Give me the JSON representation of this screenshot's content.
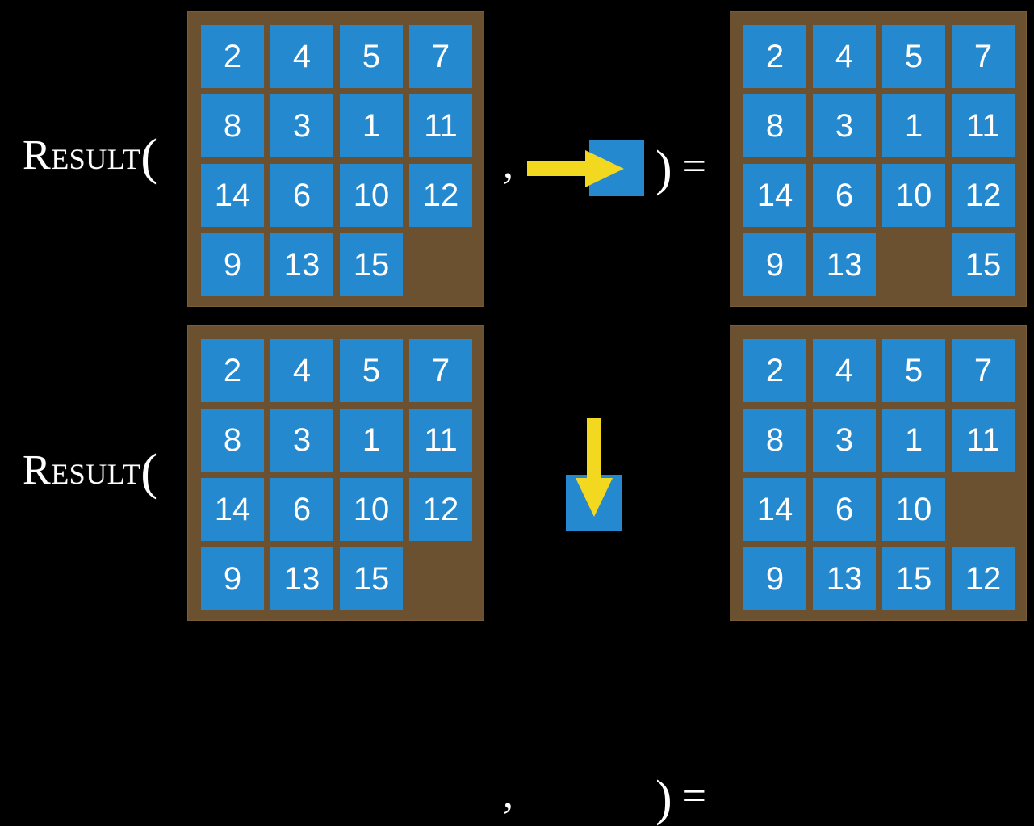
{
  "page": {
    "background_color": "#000000",
    "tile_color": "#2589d0",
    "board_color": "#6b5130",
    "arrow_color": "#f2d81e",
    "text_color": "#ffffff"
  },
  "labels": {
    "result_initial": "R",
    "result_rest": "esult",
    "open_paren": "(",
    "comma": ",",
    "close_paren": ")",
    "equals": "="
  },
  "rows": [
    {
      "id": "row-move-right",
      "label": "Result(",
      "input_board": {
        "name": "input-board-top",
        "rows": 4,
        "cols": 4,
        "cells": [
          [
            "2",
            "4",
            "5",
            "7"
          ],
          [
            "8",
            "3",
            "1",
            "11"
          ],
          [
            "14",
            "6",
            "10",
            "12"
          ],
          [
            "9",
            "13",
            "15",
            ""
          ]
        ]
      },
      "operand": {
        "name": "move-right-operand",
        "arrow_direction": "right",
        "arrow_icon": "arrow-right-icon",
        "tile_label": ""
      },
      "output_board": {
        "name": "output-board-top",
        "rows": 4,
        "cols": 4,
        "cells": [
          [
            "2",
            "4",
            "5",
            "7"
          ],
          [
            "8",
            "3",
            "1",
            "11"
          ],
          [
            "14",
            "6",
            "10",
            "12"
          ],
          [
            "9",
            "13",
            "",
            "15"
          ]
        ]
      }
    },
    {
      "id": "row-move-down",
      "label": "Result(",
      "input_board": {
        "name": "input-board-bottom",
        "rows": 4,
        "cols": 4,
        "cells": [
          [
            "2",
            "4",
            "5",
            "7"
          ],
          [
            "8",
            "3",
            "1",
            "11"
          ],
          [
            "14",
            "6",
            "10",
            "12"
          ],
          [
            "9",
            "13",
            "15",
            ""
          ]
        ]
      },
      "operand": {
        "name": "move-down-operand",
        "arrow_direction": "down",
        "arrow_icon": "arrow-down-icon",
        "tile_label": ""
      },
      "output_board": {
        "name": "output-board-bottom",
        "rows": 4,
        "cols": 4,
        "cells": [
          [
            "2",
            "4",
            "5",
            "7"
          ],
          [
            "8",
            "3",
            "1",
            "11"
          ],
          [
            "14",
            "6",
            "10",
            ""
          ],
          [
            "9",
            "13",
            "15",
            "12"
          ]
        ]
      }
    }
  ]
}
